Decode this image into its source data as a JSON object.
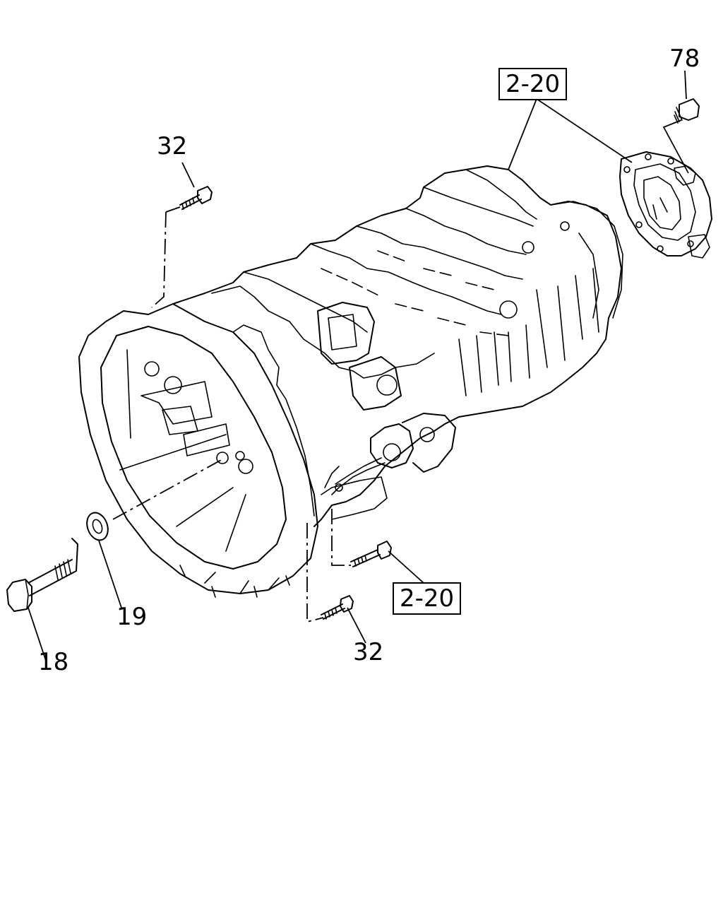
{
  "callouts": {
    "part_18": "18",
    "part_19": "19",
    "part_32_top": "32",
    "part_32_bottom": "32",
    "part_78": "78",
    "ref_top": "2-20",
    "ref_bottom": "2-20"
  }
}
